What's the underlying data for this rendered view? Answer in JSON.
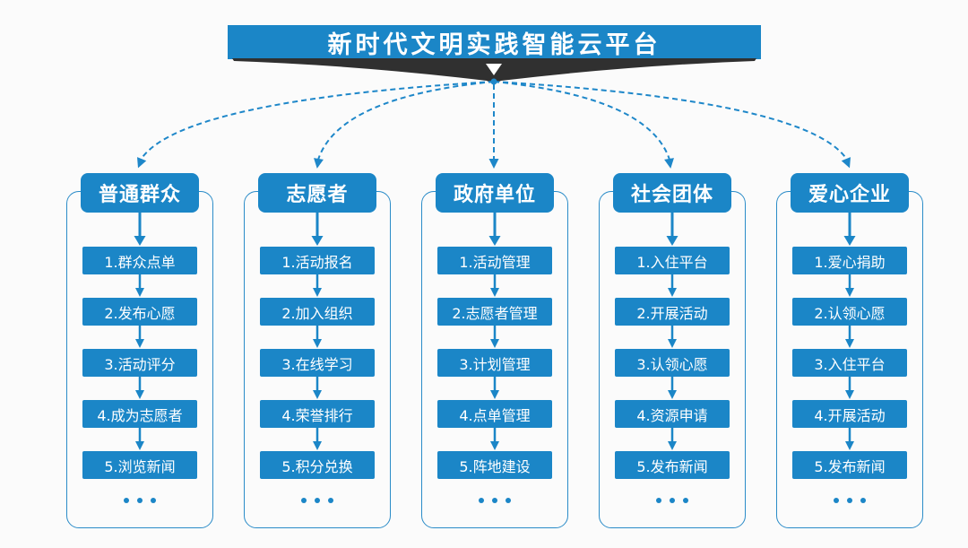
{
  "title": "新时代文明实践智能云平台",
  "colors": {
    "accent_blue": "#1b86c7",
    "outline_blue": "#2b8cc8",
    "ribbon_dark": "#303030",
    "text_on_blue": "#ffffff",
    "background": "#fbfbfb"
  },
  "columns": [
    {
      "header": "普通群众",
      "items": [
        "1.群众点单",
        "2.发布心愿",
        "3.活动评分",
        "4.成为志愿者",
        "5.浏览新闻"
      ],
      "ellipsis": "..."
    },
    {
      "header": "志愿者",
      "items": [
        "1.活动报名",
        "2.加入组织",
        "3.在线学习",
        "4.荣誉排行",
        "5.积分兑换"
      ],
      "ellipsis": "..."
    },
    {
      "header": "政府单位",
      "items": [
        "1.活动管理",
        "2.志愿者管理",
        "3.计划管理",
        "4.点单管理",
        "5.阵地建设"
      ],
      "ellipsis": "..."
    },
    {
      "header": "社会团体",
      "items": [
        "1.入住平台",
        "2.开展活动",
        "3.认领心愿",
        "4.资源申请",
        "5.发布新闻"
      ],
      "ellipsis": "..."
    },
    {
      "header": "爱心企业",
      "items": [
        "1.爱心捐助",
        "2.认领心愿",
        "3.入住平台",
        "4.开展活动",
        "5.发布新闻"
      ],
      "ellipsis": "..."
    }
  ]
}
